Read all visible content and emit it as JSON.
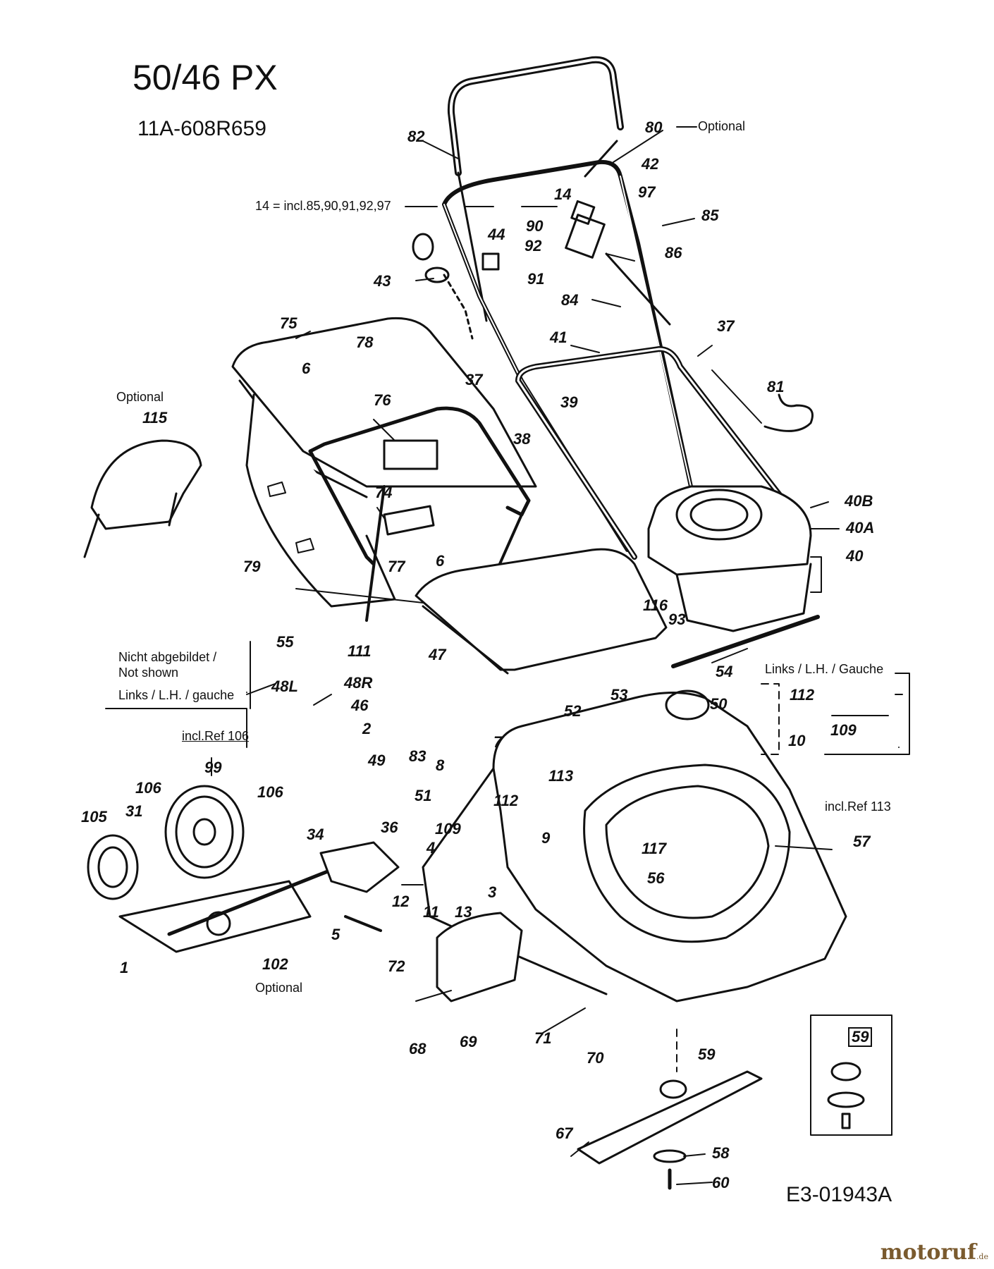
{
  "header": {
    "model": "50/46 PX",
    "part_number": "11A-608R659"
  },
  "notes": {
    "optional_handle": "Optional",
    "incl_14": "14 = incl.85,90,91,92,97",
    "optional_115": "Optional",
    "not_shown_de": "Nicht abgebildet /",
    "not_shown_en": "Not shown",
    "left_side_gauche": "Links / L.H. / gauche",
    "left_side_Gauche": "Links / L.H. / Gauche",
    "incl_106": "incl.Ref 106",
    "incl_113": "incl.Ref 113",
    "optional_102": "Optional",
    "doc_id": "E3-01943A"
  },
  "watermark": {
    "brand": "motoruf",
    "suffix": ".de"
  },
  "part_labels": {
    "p82": "82",
    "p80": "80",
    "p42": "42",
    "p14": "14",
    "p97": "97",
    "p85": "85",
    "p90": "90",
    "p92": "92",
    "p91": "91",
    "p86": "86",
    "p84": "84",
    "p44": "44",
    "p43": "43",
    "p75": "75",
    "p78": "78",
    "p6a": "6",
    "p41": "41",
    "p37a": "37",
    "p37b": "37",
    "p39": "39",
    "p38": "38",
    "p81": "81",
    "p76": "76",
    "p74": "74",
    "p6b": "6",
    "p115": "115",
    "p79": "79",
    "p77": "77",
    "p40B": "40B",
    "p40A": "40A",
    "p40": "40",
    "p116": "116",
    "p93": "93",
    "p55": "55",
    "p54": "54",
    "p47": "47",
    "p111": "111",
    "p48L": "48L",
    "p48R": "48R",
    "p46": "46",
    "p2": "2",
    "p49": "49",
    "p83": "83",
    "p8": "8",
    "p7": "7",
    "p52": "52",
    "p53": "53",
    "p50": "50",
    "p112a": "112",
    "p109a": "109",
    "p10": "10",
    "p99": "99",
    "p106a": "106",
    "p106b": "106",
    "p105": "105",
    "p31": "31",
    "p51": "51",
    "p113": "113",
    "p112b": "112",
    "p109b": "109",
    "p9": "9",
    "p57": "57",
    "p34": "34",
    "p36": "36",
    "p4": "4",
    "p117": "117",
    "p56": "56",
    "p12": "12",
    "p3": "3",
    "p11": "11",
    "p13": "13",
    "p5": "5",
    "p1": "1",
    "p102": "102",
    "p72": "72",
    "p68": "68",
    "p69": "69",
    "p71": "71",
    "p70": "70",
    "p59a": "59",
    "p59b": "59",
    "p67": "67",
    "p58": "58",
    "p60": "60"
  }
}
